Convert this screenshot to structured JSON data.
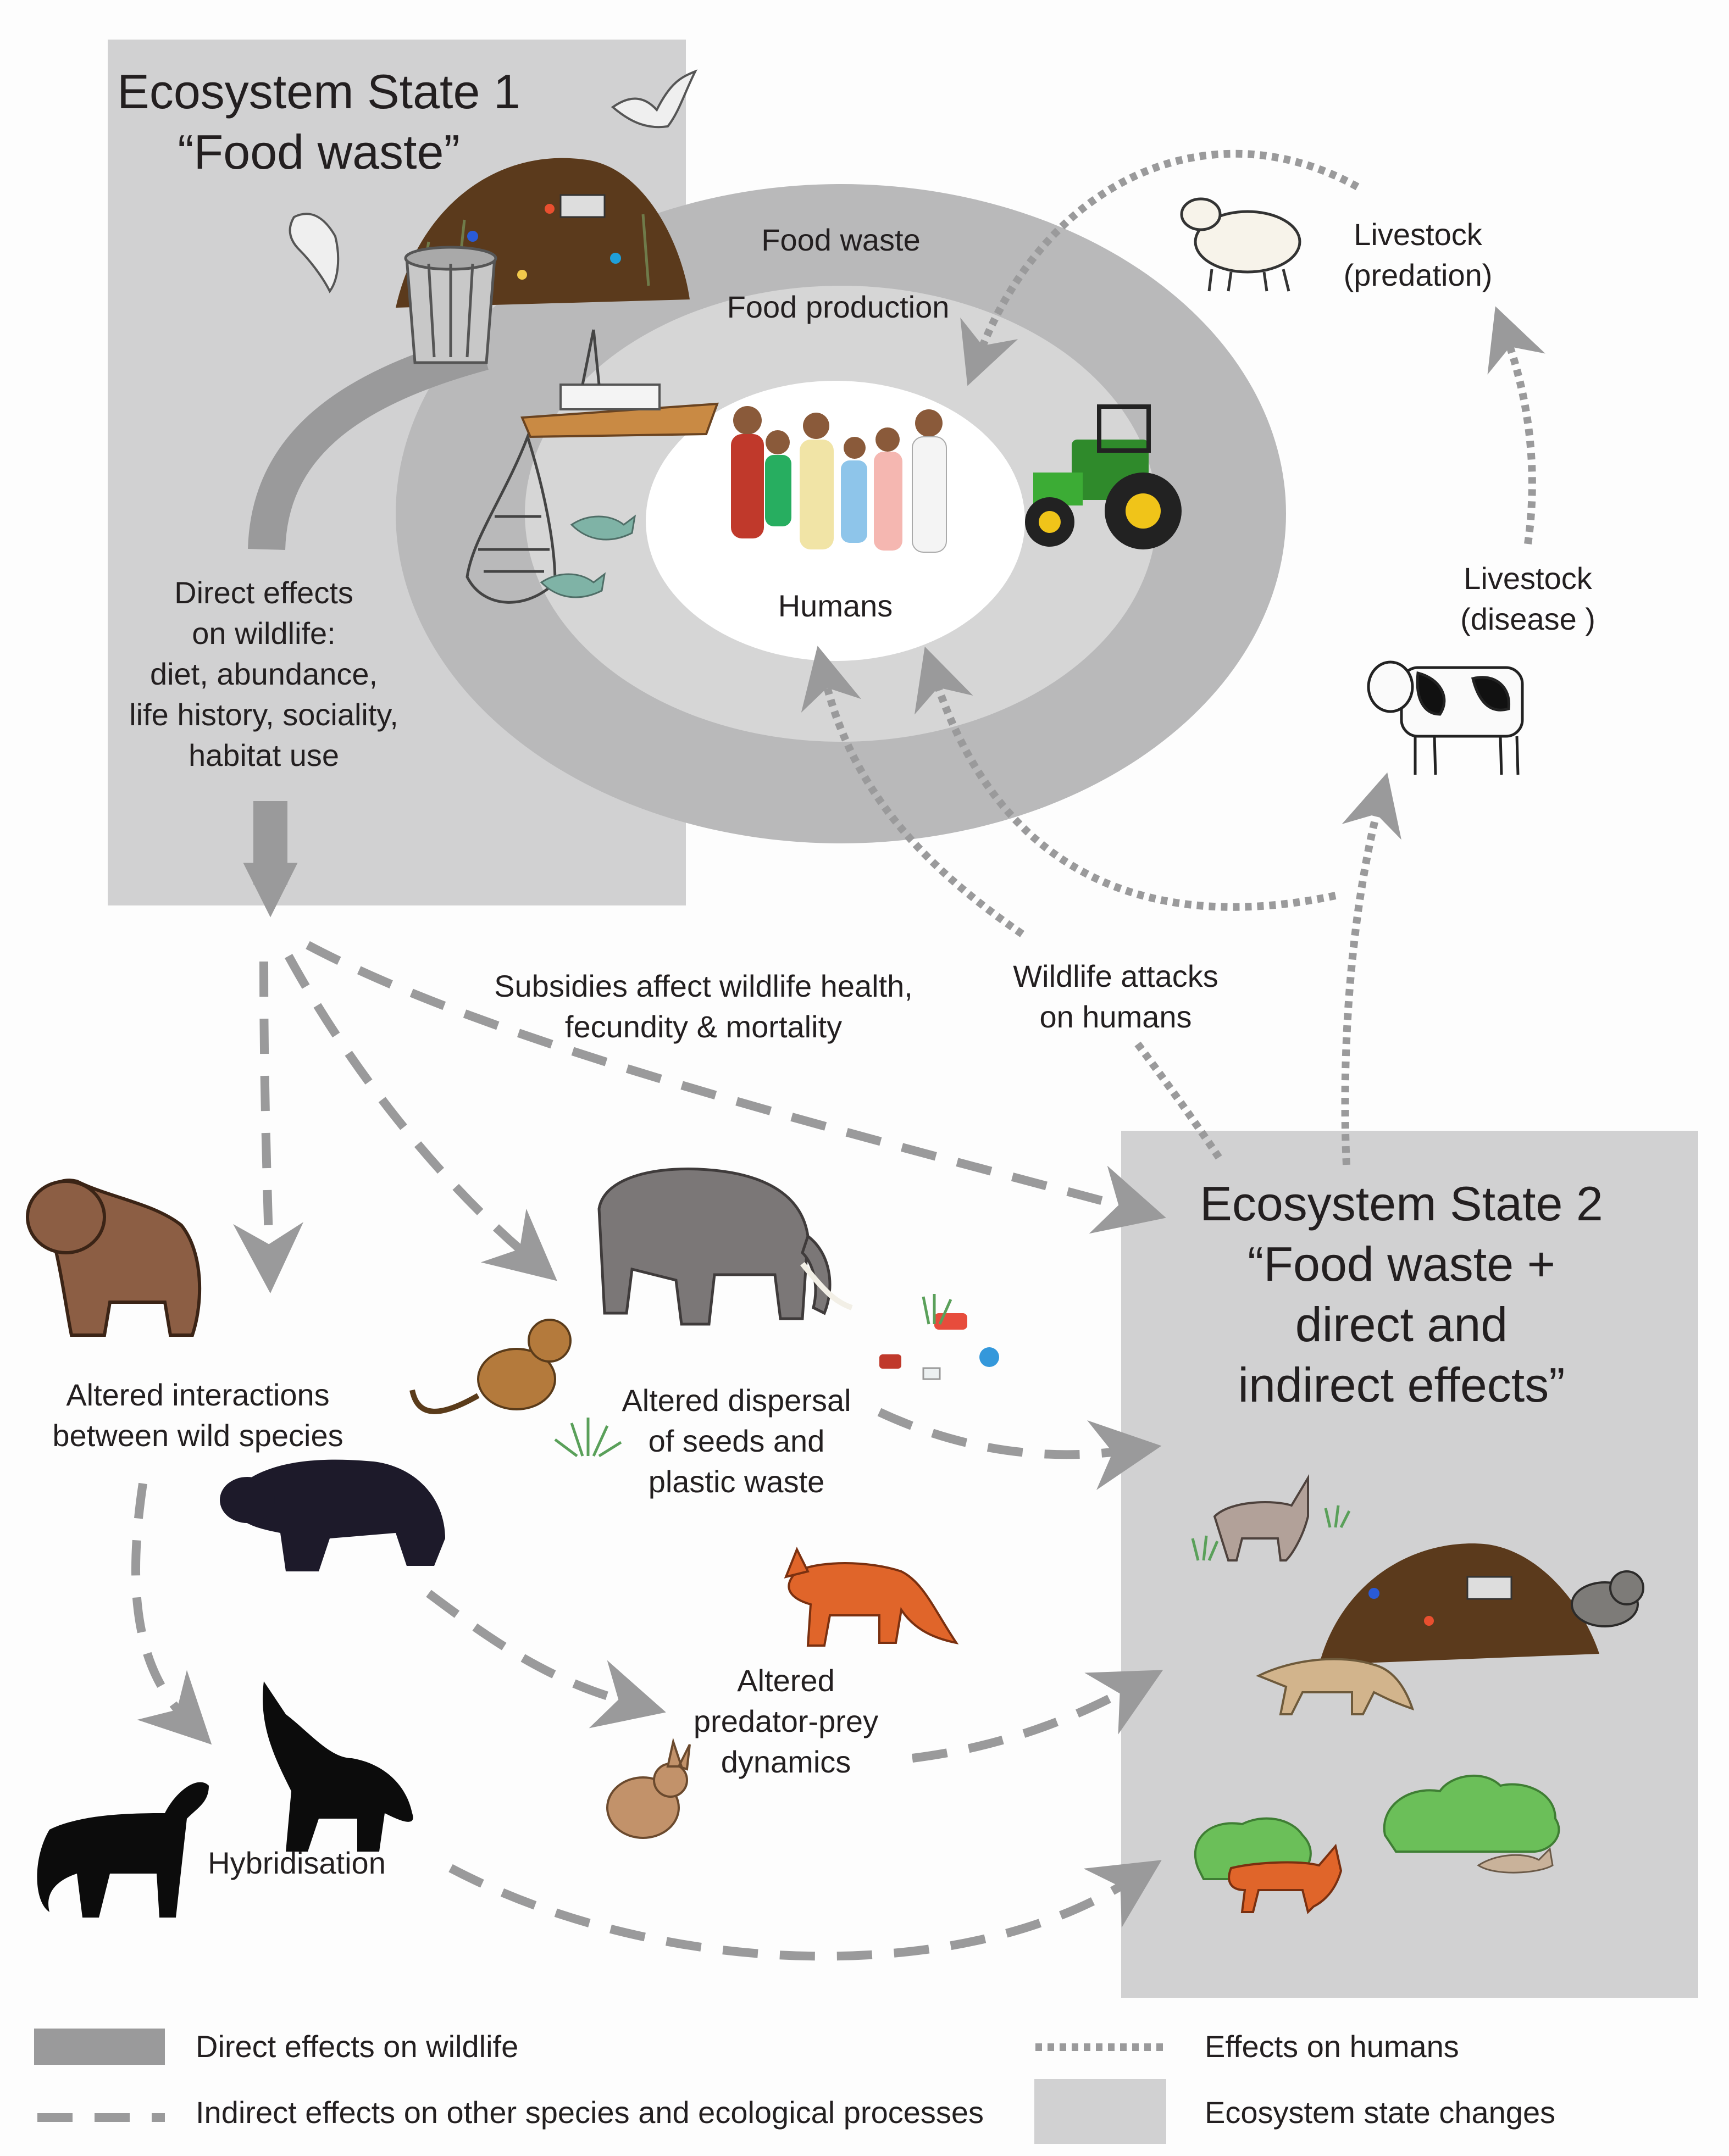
{
  "state1": {
    "title": "Ecosystem State 1\n“Food waste”",
    "direct_effects": "Direct effects\non wildlife:\ndiet, abundance,\nlife history, sociality,\nhabitat use"
  },
  "cycle": {
    "outer_ring": "Food waste",
    "inner_ring": "Food production",
    "center": "Humans"
  },
  "livestock": {
    "predation": "Livestock\n(predation)",
    "disease": "Livestock\n(disease )"
  },
  "flows": {
    "subsidies": "Subsidies affect wildlife health,\nfecundity & mortality",
    "wildlife_attacks": "Wildlife attacks\non humans",
    "altered_interactions": "Altered interactions\nbetween wild species",
    "altered_dispersal": "Altered dispersal\nof seeds and\nplastic waste",
    "predator_prey": "Altered\npredator-prey\ndynamics",
    "hybridisation": "Hybridisation"
  },
  "state2": {
    "title": "Ecosystem State 2\n“Food waste +\ndirect and\nindirect effects”"
  },
  "legend": {
    "direct": "Direct effects on wildlife",
    "indirect": "Indirect effects on other species and ecological processes",
    "humans": "Effects on humans",
    "state_change": "Ecosystem state changes"
  },
  "colors": {
    "state_box": "#d1d1d2",
    "outer_ring": "#b9b9ba",
    "inner_ring": "#d6d6d6",
    "arrow": "#9a9a9b",
    "soil": "#5b3a1c",
    "tractor": "#2f8a2b"
  },
  "icons": [
    "seagull-icon",
    "garbage-heap-icon",
    "trash-can-icon",
    "fishing-boat-icon",
    "fish-net-icon",
    "fish-icon",
    "people-group-icon",
    "tractor-icon",
    "sheep-icon",
    "cow-icon",
    "brown-bear-icon",
    "black-bear-icon",
    "elephant-icon",
    "monkey-icon",
    "fox-icon",
    "rabbit-icon",
    "wolf-icon",
    "dog-icon",
    "coyote-icon",
    "raccoon-icon",
    "shrub-icon",
    "grass-icon",
    "plastic-litter-icon"
  ]
}
